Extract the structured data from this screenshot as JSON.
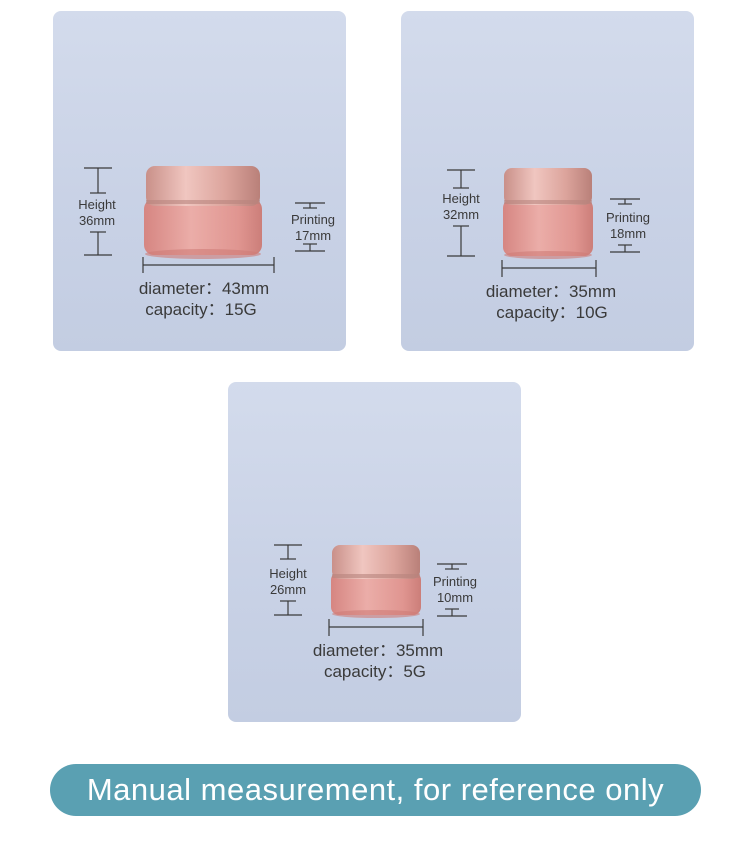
{
  "products": [
    {
      "height_label": "Height",
      "height_value": "36mm",
      "printing_label": "Printing",
      "printing_value": "17mm",
      "diameter_text": "diameter：43mm",
      "capacity_text": "capacity：15G"
    },
    {
      "height_label": "Height",
      "height_value": "32mm",
      "printing_label": "Printing",
      "printing_value": "18mm",
      "diameter_text": "diameter：35mm",
      "capacity_text": "capacity：10G"
    },
    {
      "height_label": "Height",
      "height_value": "26mm",
      "printing_label": "Printing",
      "printing_value": "10mm",
      "diameter_text": "diameter：35mm",
      "capacity_text": "capacity：5G"
    }
  ],
  "banner": {
    "text": "Manual measurement, for reference only"
  },
  "colors": {
    "card_bg": "#c9d2e6",
    "jar_glass": "#e3968f",
    "lid": "#dcaaa3",
    "banner_bg": "#5aa0b2"
  }
}
